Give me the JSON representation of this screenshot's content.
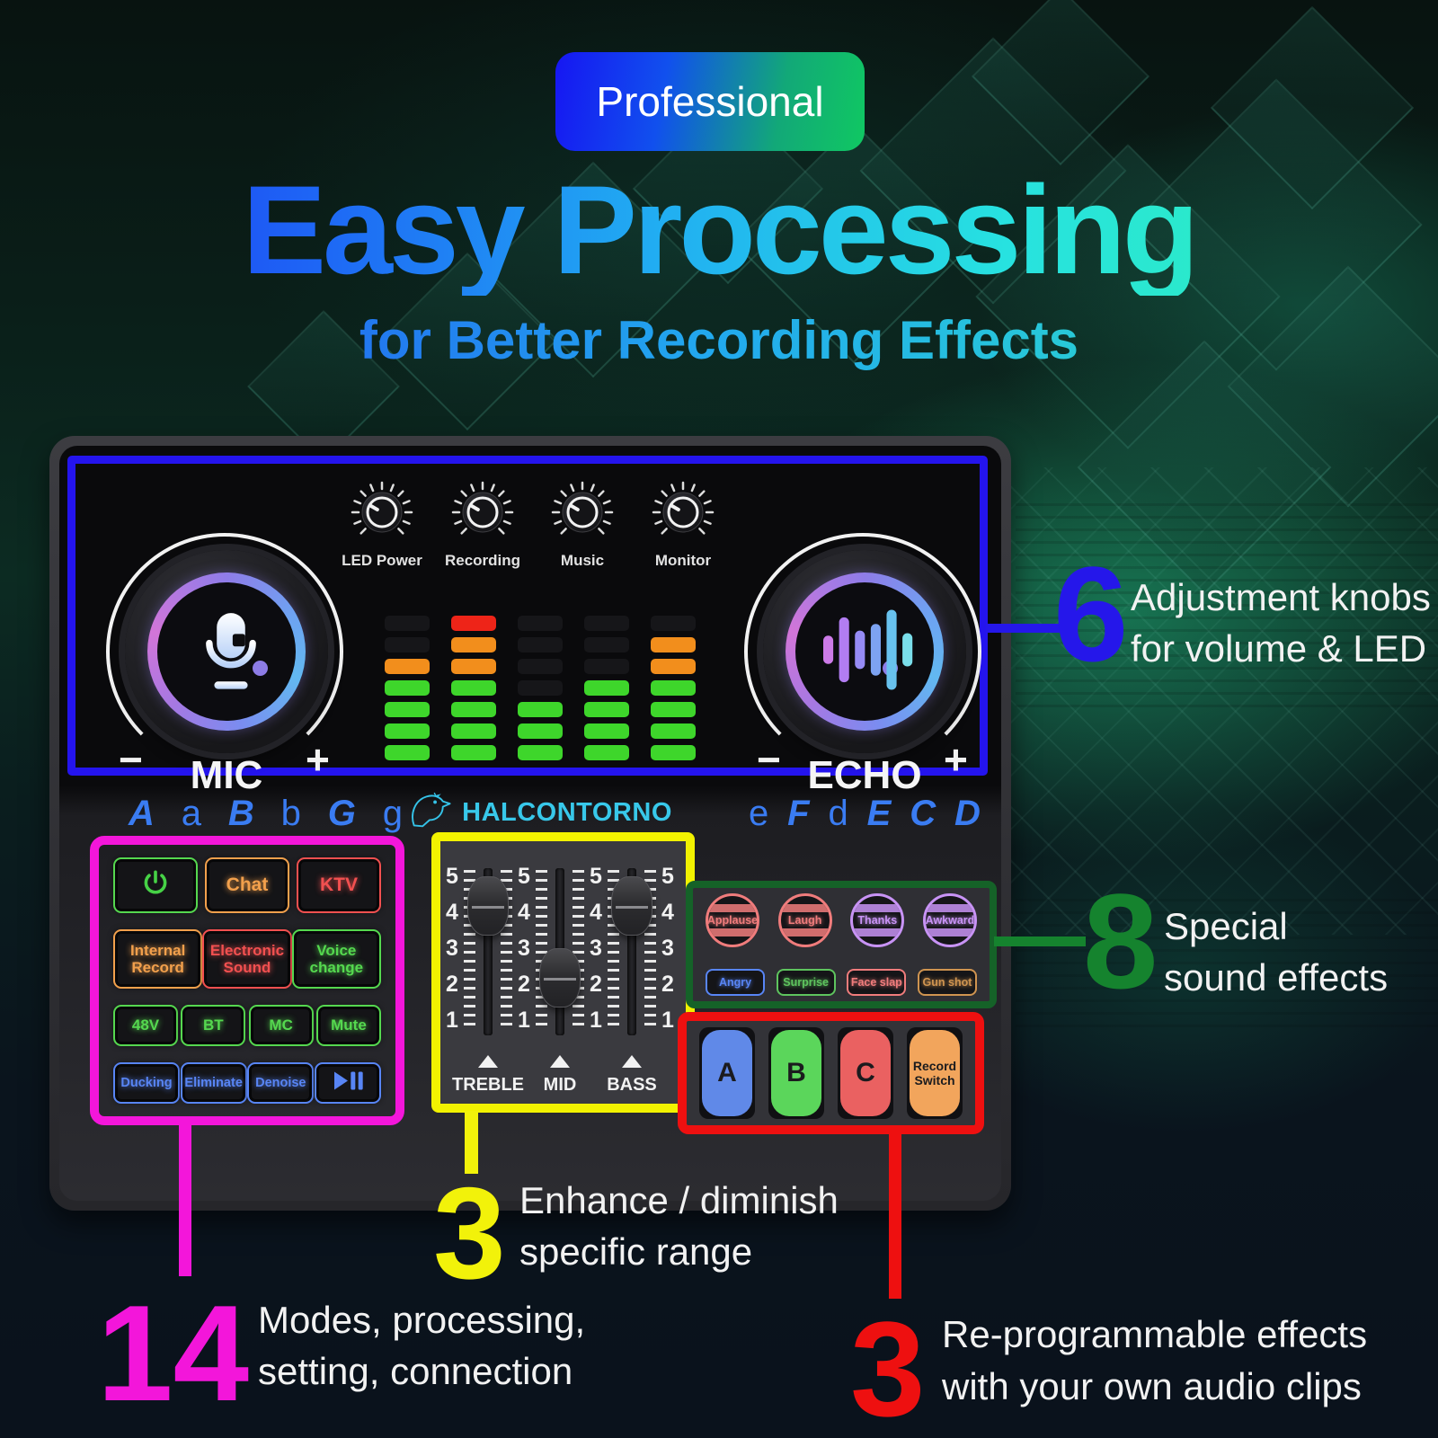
{
  "page": {
    "badge": "Professional",
    "title": "Easy Processing",
    "subtitle": "for Better Recording Effects"
  },
  "device": {
    "brand": "HALCONTORNO",
    "brand_icon": "eagle-icon",
    "top_knobs": [
      {
        "label": "LED Power"
      },
      {
        "label": "Recording"
      },
      {
        "label": "Music"
      },
      {
        "label": "Monitor"
      }
    ],
    "big_knobs": {
      "mic": {
        "label": "MIC",
        "minus": "−",
        "plus": "+",
        "icon": "microphone-icon"
      },
      "echo": {
        "label": "ECHO",
        "minus": "−",
        "plus": "+",
        "icon": "soundwave-icon"
      }
    },
    "equalizer": {
      "rows": 7,
      "columns": [
        [
          "green",
          "green",
          "green",
          "green",
          "orange"
        ],
        [
          "green",
          "green",
          "green",
          "green",
          "orange",
          "orange",
          "red"
        ],
        [
          "green",
          "green",
          "green"
        ],
        [
          "green",
          "green",
          "green",
          "green"
        ],
        [
          "green",
          "green",
          "green",
          "green",
          "orange",
          "orange"
        ]
      ],
      "colors": {
        "green": "#3ed62b",
        "orange": "#f28e1c",
        "red": "#ee2418",
        "off": "#161619"
      }
    },
    "voice_letters_left": [
      {
        "char": "A",
        "strong": true
      },
      {
        "char": "a",
        "strong": false
      },
      {
        "char": "B",
        "strong": true
      },
      {
        "char": "b",
        "strong": false
      },
      {
        "char": "G",
        "strong": true
      },
      {
        "char": "g",
        "strong": false
      }
    ],
    "voice_letters_right": [
      {
        "char": "e",
        "strong": false
      },
      {
        "char": "F",
        "strong": true
      },
      {
        "char": "d",
        "strong": false
      },
      {
        "char": "E",
        "strong": true
      },
      {
        "char": "C",
        "strong": true
      },
      {
        "char": "D",
        "strong": true
      }
    ],
    "mode_rows": [
      [
        {
          "icon": "power-icon",
          "color": "green"
        },
        {
          "label": "Chat",
          "color": "orange"
        },
        {
          "label": "KTV",
          "color": "red"
        }
      ],
      [
        {
          "label": "Internal Record",
          "color": "orange"
        },
        {
          "label": "Electronic Sound",
          "color": "red"
        },
        {
          "label": "Voice change",
          "color": "green"
        }
      ],
      [
        {
          "label": "48V",
          "color": "green"
        },
        {
          "label": "BT",
          "color": "green"
        },
        {
          "label": "MC",
          "color": "green"
        },
        {
          "label": "Mute",
          "color": "green"
        }
      ],
      [
        {
          "label": "Ducking",
          "color": "blue"
        },
        {
          "label": "Eliminate",
          "color": "blue"
        },
        {
          "label": "Denoise",
          "color": "blue"
        },
        {
          "icon": "play-pause-icon",
          "color": "blue"
        }
      ]
    ],
    "eq_sliders": {
      "scale": [
        "5",
        "4",
        "3",
        "2",
        "1"
      ],
      "bands": [
        {
          "label": "TREBLE",
          "value": 4.2
        },
        {
          "label": "MID",
          "value": 2.2
        },
        {
          "label": "BASS",
          "value": 4.2
        }
      ]
    },
    "sound_effects": {
      "round": [
        {
          "label": "Applause",
          "color": "red"
        },
        {
          "label": "Laugh",
          "color": "red"
        },
        {
          "label": "Thanks",
          "color": "purple"
        },
        {
          "label": "Awkward",
          "color": "purple"
        }
      ],
      "square": [
        {
          "label": "Angry",
          "color": "blue"
        },
        {
          "label": "Surprise",
          "color": "green"
        },
        {
          "label": "Face slap",
          "color": "red"
        },
        {
          "label": "Gun shot",
          "color": "orange"
        }
      ]
    },
    "custom_pads": [
      {
        "label": "A",
        "color": "blue"
      },
      {
        "label": "B",
        "color": "green"
      },
      {
        "label": "C",
        "color": "red"
      },
      {
        "label": "Record Switch",
        "color": "orange"
      }
    ]
  },
  "callouts": {
    "knobs": {
      "number": "6",
      "text1": "Adjustment knobs",
      "text2": "for volume & LED",
      "color": "#2517ea"
    },
    "effects": {
      "number": "8",
      "text1": "Special",
      "text2": "sound effects",
      "color": "#15832e"
    },
    "range": {
      "number": "3",
      "text1": "Enhance / diminish",
      "text2": "specific range",
      "color": "#f2f20a"
    },
    "modes": {
      "number": "14",
      "text1": "Modes, processing,",
      "text2": "setting, connection",
      "color": "#f316da"
    },
    "pads": {
      "number": "3",
      "text1": "Re-programmable effects",
      "text2": "with your own audio clips",
      "color": "#ee1010"
    }
  },
  "outline_colors": {
    "top": "#2414ee",
    "modes": "#f316da",
    "sliders": "#f2f200",
    "effects": "#156228",
    "pads": "#ee1010"
  },
  "palette": {
    "badge_blue": "#1616f2",
    "badge_green": "#10c862",
    "title_blue": "#1c2df2",
    "title_green": "#2ff2b2",
    "brand_cyan": "#38c8ea",
    "letter_blue": "#3a7cf2"
  }
}
